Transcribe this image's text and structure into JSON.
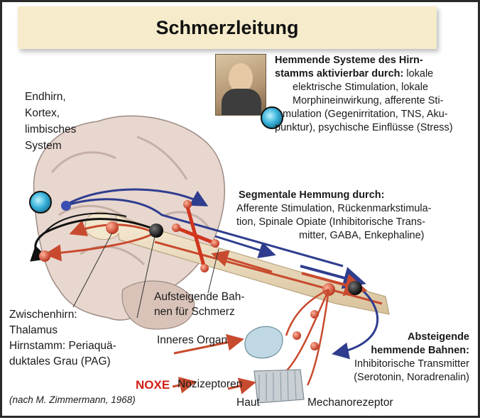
{
  "title": "Schmerzleitung",
  "labels": {
    "endhirn": [
      "Endhirn,",
      "Kortex,",
      "limbisches",
      "System"
    ],
    "zwischenhirn": [
      "Zwischenhirn:",
      "Thalamus",
      "Hirnstamm: Periaquä-",
      "duktales Grau (PAG)"
    ],
    "aufsteigend": [
      "Aufsteigende Bah-",
      "nen für Schmerz"
    ],
    "inneres_organ": "Inneres Organ",
    "noxe": "NOXE",
    "nozizeptoren": "Nozizeptoren",
    "haut": "Haut",
    "mechanorezeptor": "Mechanorezeptor"
  },
  "hemmende_systeme": {
    "lines": [
      {
        "bold": "Hemmende Systeme des Hirn-",
        "rest": ""
      },
      {
        "bold": "stamms aktivierbar durch:",
        "rest": " lokale"
      },
      {
        "bold": "",
        "rest": "elektrische Stimulation, lokale"
      },
      {
        "bold": "",
        "rest": "Morphineinwirkung, afferente Sti-"
      },
      {
        "bold": "",
        "rest": "mulation  (Gegenirritation, TNS, Aku-"
      },
      {
        "bold": "",
        "rest": "punktur), psychische Einflüsse (Stress)"
      }
    ]
  },
  "segmentale": {
    "heading": "Segmentale Hemmung durch:",
    "lines": [
      "Afferente Stimulation, Rückenmarkstimula-",
      "tion, Spinale Opiate (Inhibitorische Trans-",
      "mitter, GABA, Enkephaline)"
    ]
  },
  "absteigende": {
    "heading": [
      "Absteigende",
      "hemmende Bahnen:"
    ],
    "lines": [
      "Inhibitorische Transmitter",
      "(Serotonin, Noradrenalin)"
    ]
  },
  "source": "(nach M. Zimmermann, 1968)",
  "colors": {
    "title_bg": "#f6eccc",
    "noxe": "#d11f16",
    "ascending": "#c84a2e",
    "descending": "#2f3d8f",
    "brain": "#e8d7cf"
  }
}
